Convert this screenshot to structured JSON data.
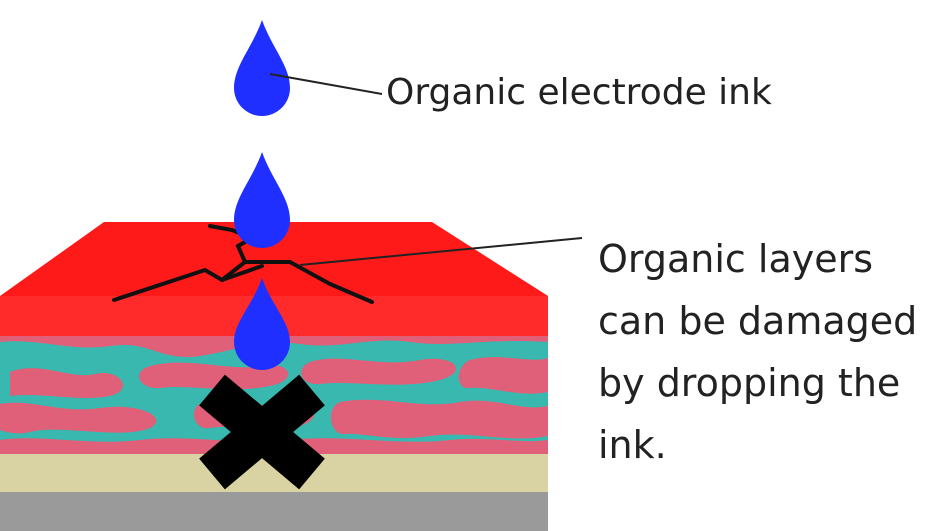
{
  "labels": {
    "ink_label": "Organic electrode ink",
    "damage_label_lines": [
      "Organic layers",
      "can be damaged",
      "by dropping the",
      "ink."
    ]
  },
  "colors": {
    "ink_drop": "#1f2fff",
    "top_layer_face": "#ff1a1a",
    "top_layer_front": "#ff2a2a",
    "mixed_layer_teal": "#39b8b0",
    "mixed_layer_pink": "#e0607a",
    "beige_layer": "#d9d3a3",
    "gray_substrate": "#9a9a9a",
    "crack": "#111111",
    "x_mark": "#000000"
  },
  "icons": {
    "drop": "ink-drop-icon",
    "crack": "crack-icon",
    "forbidden": "x-mark-icon"
  }
}
